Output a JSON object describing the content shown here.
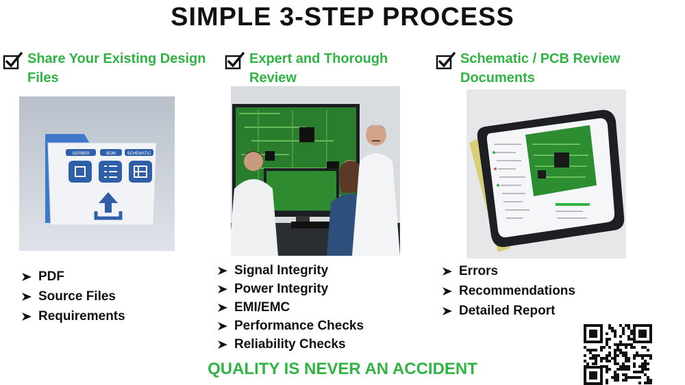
{
  "title": "SIMPLE 3-STEP PROCESS",
  "steps": [
    {
      "title": "Share Your Existing Design Files",
      "tabs": [
        "GERBER",
        "BOM",
        "SCHEMATIC"
      ],
      "bullets": [
        "PDF",
        "Source Files",
        "Requirements"
      ]
    },
    {
      "title": "Expert and Thorough Review",
      "bullets": [
        "Signal Integrity",
        "Power Integrity",
        "EMI/EMC",
        "Performance Checks",
        "Reliability Checks"
      ]
    },
    {
      "title": "Schematic / PCB Review Documents",
      "bullets": [
        "Errors",
        "Recommendations",
        "Detailed Report"
      ]
    }
  ],
  "tagline": "QUALITY IS NEVER AN ACCIDENT",
  "colors": {
    "accent": "#2fb443",
    "text": "#111111",
    "folder": "#3f78c9"
  }
}
